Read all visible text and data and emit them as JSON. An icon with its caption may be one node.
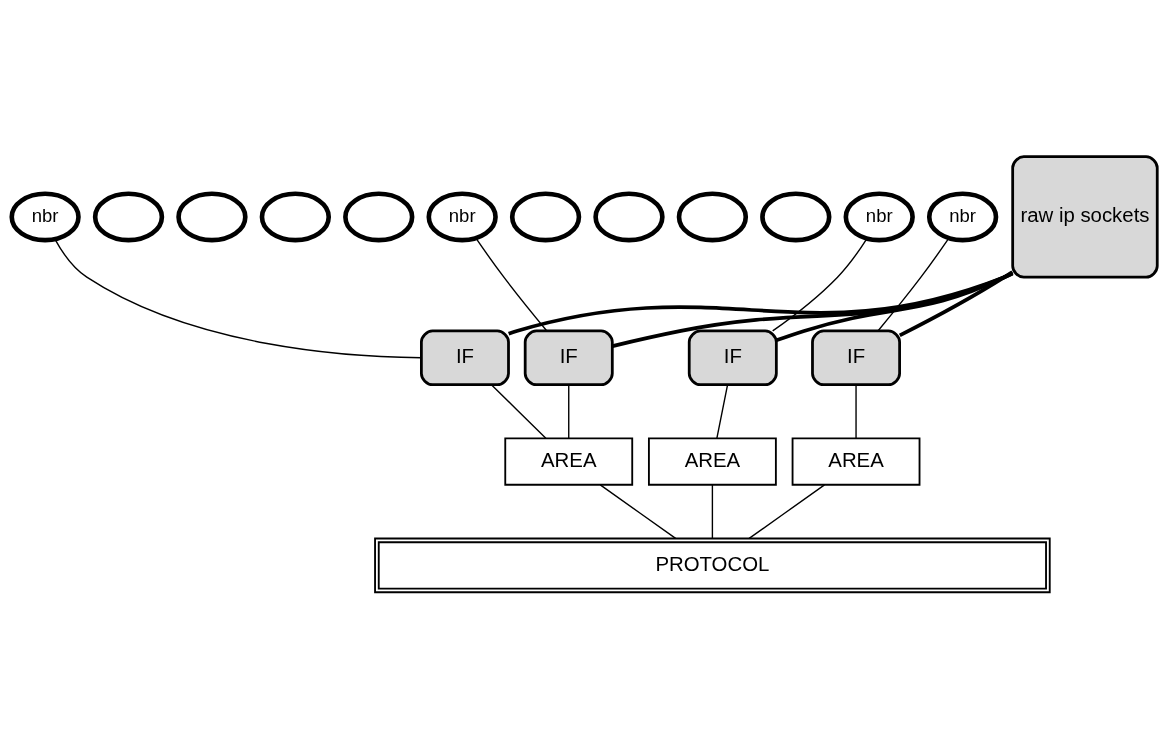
{
  "diagram": {
    "nodes": [
      {
        "text": [
          "nbr"
        ]
      },
      {
        "text": [],
        "shape": "ellipse"
      },
      {
        "text": [],
        "shape": "ellipse"
      },
      {
        "text": [],
        "shape": "ellipse"
      },
      {
        "text": [],
        "shape": "ellipse"
      },
      {
        "text": [
          "nbr"
        ]
      },
      {
        "text": [],
        "shape": "ellipse"
      },
      {
        "text": [],
        "shape": "ellipse"
      },
      {
        "text": [],
        "shape": "ellipse"
      },
      {
        "text": [],
        "shape": "ellipse"
      },
      {
        "text": [
          "nbr"
        ]
      },
      {
        "text": [
          "nbr"
        ]
      },
      {
        "text": [
          "raw ip sockets"
        ]
      },
      {
        "text": [
          "IF"
        ]
      },
      {
        "text": [
          "IF"
        ]
      },
      {
        "text": [
          "IF"
        ]
      },
      {
        "text": [
          "IF"
        ]
      },
      {
        "text": [
          "AREA"
        ]
      },
      {
        "text": [
          "AREA"
        ]
      },
      {
        "text": [
          "AREA"
        ]
      },
      {
        "text": [
          "PROTOCOL"
        ]
      }
    ],
    "edges": [
      {
        "from": 0,
        "to": 13,
        "arrow": "none"
      },
      {
        "from": 5,
        "to": 14,
        "arrow": "none"
      },
      {
        "from": 10,
        "to": 15,
        "arrow": "none"
      },
      {
        "from": 11,
        "to": 16,
        "arrow": "none"
      },
      {
        "from": 13,
        "to": 12,
        "arrow": "none",
        "style": "thick"
      },
      {
        "from": 14,
        "to": 12,
        "arrow": "none",
        "style": "thick"
      },
      {
        "from": 15,
        "to": 12,
        "arrow": "none",
        "style": "thick"
      },
      {
        "from": 16,
        "to": 12,
        "arrow": "none",
        "style": "thick"
      },
      {
        "from": 13,
        "to": 17,
        "arrow": "none"
      },
      {
        "from": 14,
        "to": 17,
        "arrow": "none"
      },
      {
        "from": 15,
        "to": 18,
        "arrow": "none"
      },
      {
        "from": 16,
        "to": 19,
        "arrow": "none"
      },
      {
        "from": 17,
        "to": 20,
        "arrow": "none"
      },
      {
        "from": 18,
        "to": 20,
        "arrow": "none"
      },
      {
        "from": 19,
        "to": 20,
        "arrow": "none"
      }
    ]
  }
}
